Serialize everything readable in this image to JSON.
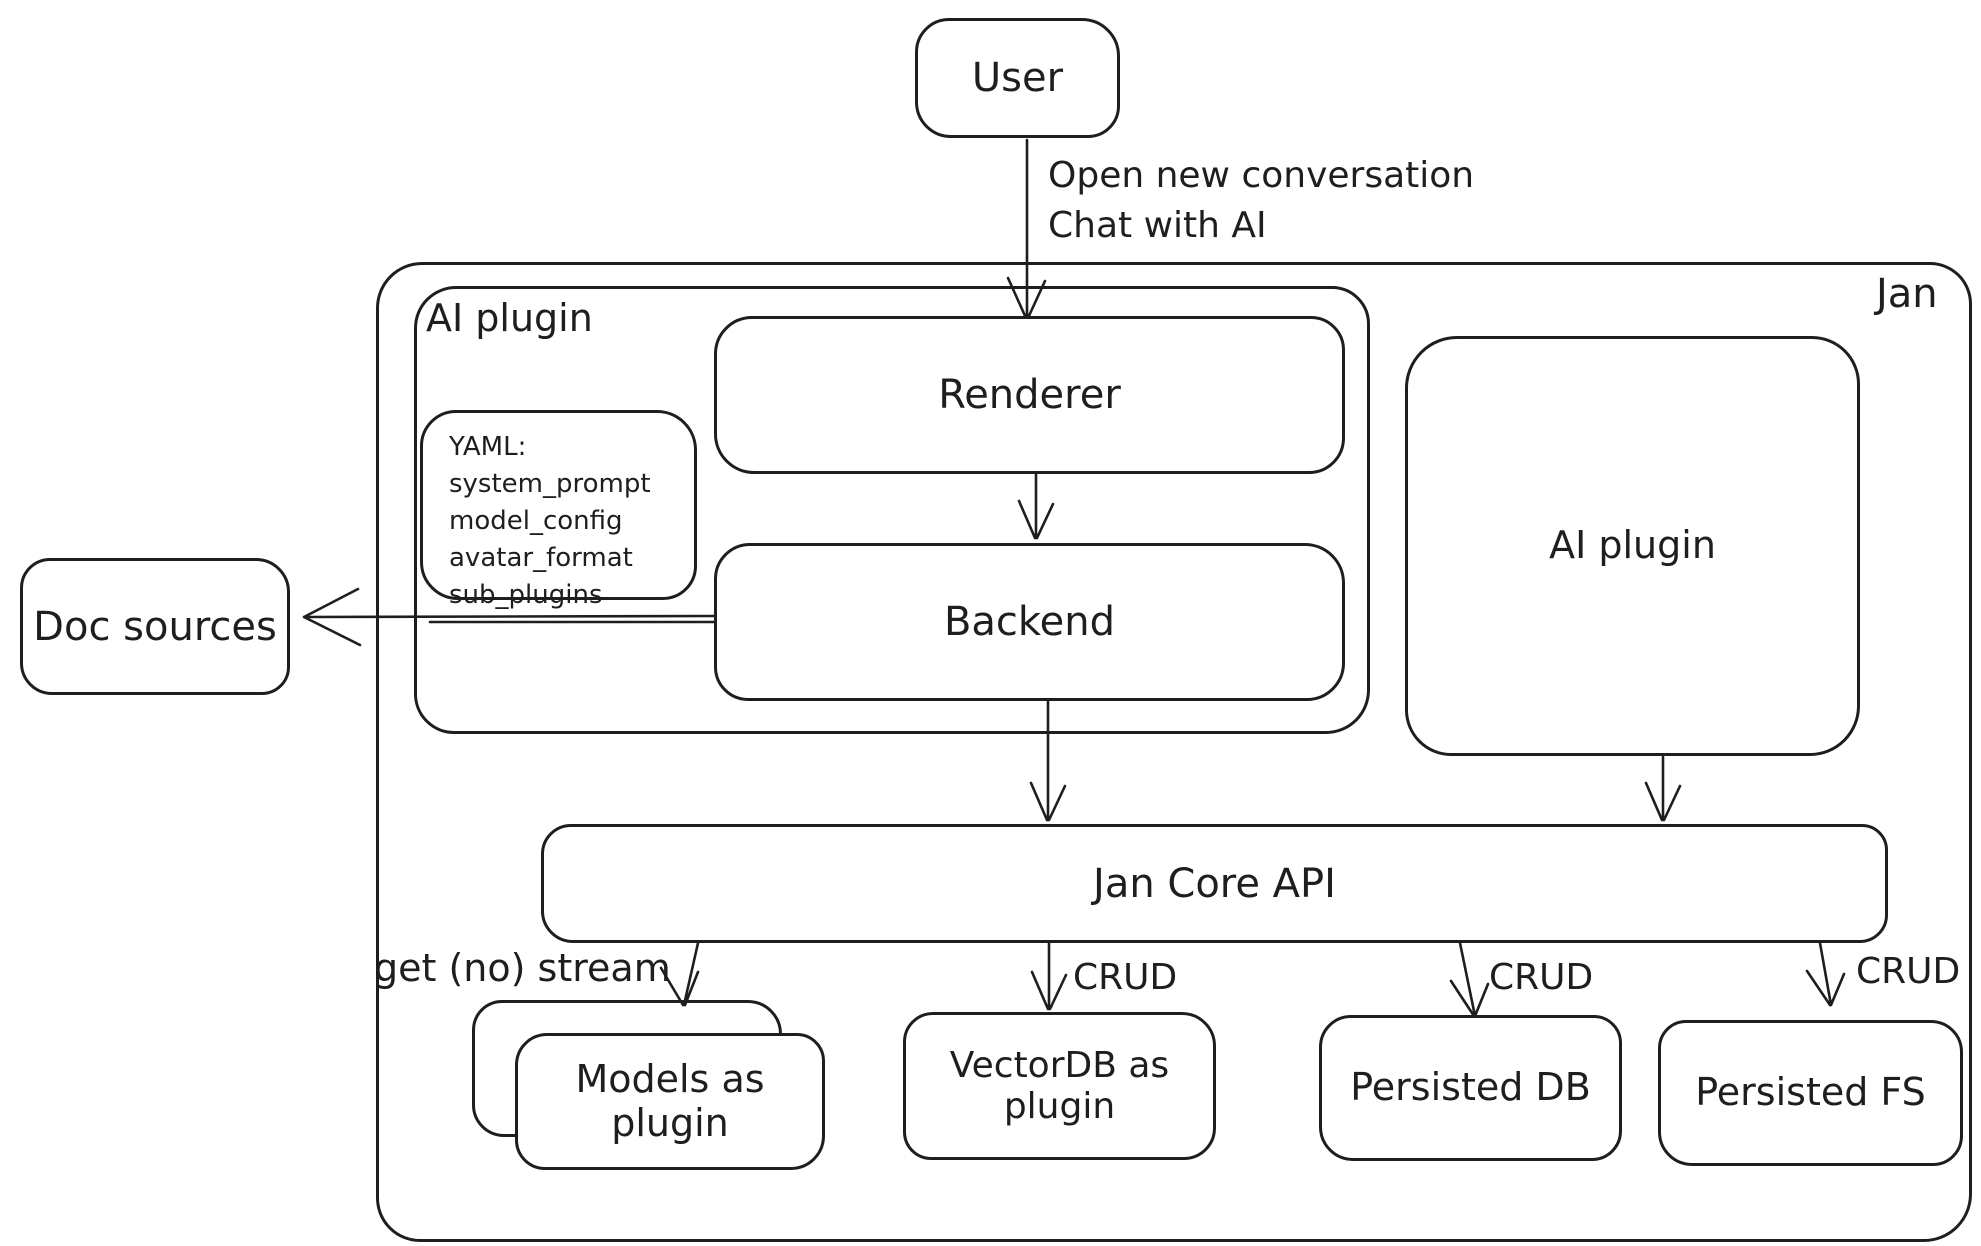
{
  "diagram": {
    "container_label": "Jan",
    "nodes": {
      "user": "User",
      "renderer": "Renderer",
      "backend": "Backend",
      "ai_plugin_group": "AI plugin",
      "ai_plugin_box": "AI plugin",
      "doc_sources": "Doc sources",
      "jan_core_api": "Jan Core API",
      "models_as_plugin": "Models as plugin",
      "vectordb_as_plugin": "VectorDB as plugin",
      "persisted_db": "Persisted DB",
      "persisted_fs": "Persisted FS"
    },
    "yaml_note": {
      "lines": [
        "YAML:",
        "system_prompt",
        "model_config",
        "avatar_format",
        "sub_plugins"
      ]
    },
    "edge_labels": {
      "user_to_renderer_line1": "Open new conversation",
      "user_to_renderer_line2": "Chat with AI",
      "core_to_models": "get (no) stream",
      "core_to_vectordb": "CRUD",
      "core_to_persisted_db": "CRUD",
      "core_to_persisted_fs": "CRUD"
    },
    "colors": {
      "stroke": "#1e1e1e",
      "background": "#ffffff"
    }
  }
}
